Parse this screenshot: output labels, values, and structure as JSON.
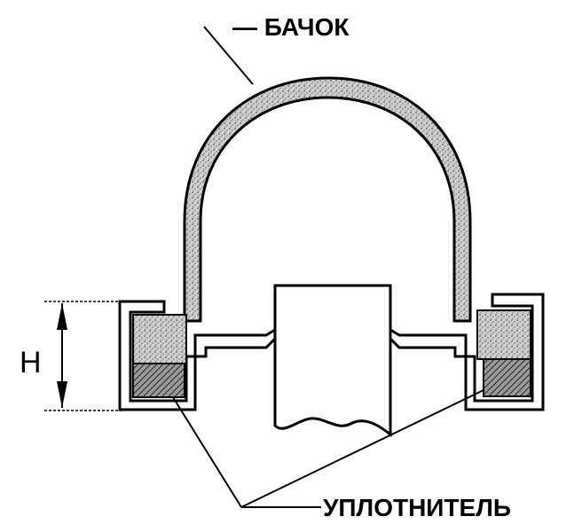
{
  "labels": {
    "tank": "— БАЧОК",
    "sealant": "УПЛОТНИТЕЛЬ",
    "height": "H"
  },
  "colors": {
    "ink": "#000000",
    "paper": "#ffffff",
    "stipple": "#bdbdbd",
    "hatch": "#4a4a4a"
  }
}
